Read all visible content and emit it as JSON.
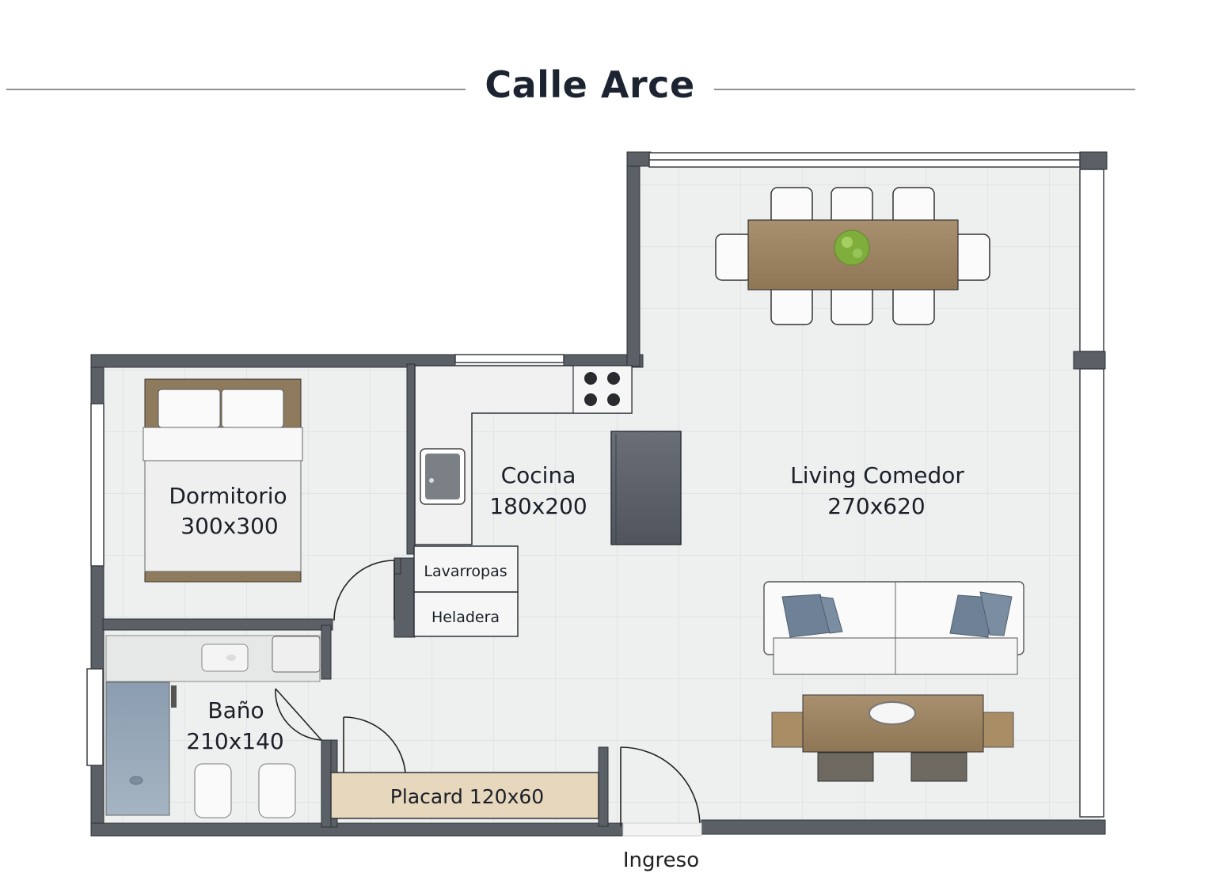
{
  "street": {
    "title": "Calle Arce"
  },
  "rooms": [
    {
      "name": "Dormitorio",
      "size": "300x300"
    },
    {
      "name": "Cocina",
      "size": "180x200"
    },
    {
      "name": "Living Comedor",
      "size": "270x620"
    },
    {
      "name": "Baño",
      "size": "210x140"
    }
  ],
  "fixtures": {
    "washer": "Lavarropas",
    "fridge": "Heladera",
    "closet": "Placard 120x60"
  },
  "entrance": {
    "label": "Ingreso"
  },
  "colors": {
    "wall": "#5b5f66",
    "floor": "#eef0f0",
    "wood": "#a78b67",
    "pillow": "#73869c",
    "plant": "#7fae3d"
  }
}
